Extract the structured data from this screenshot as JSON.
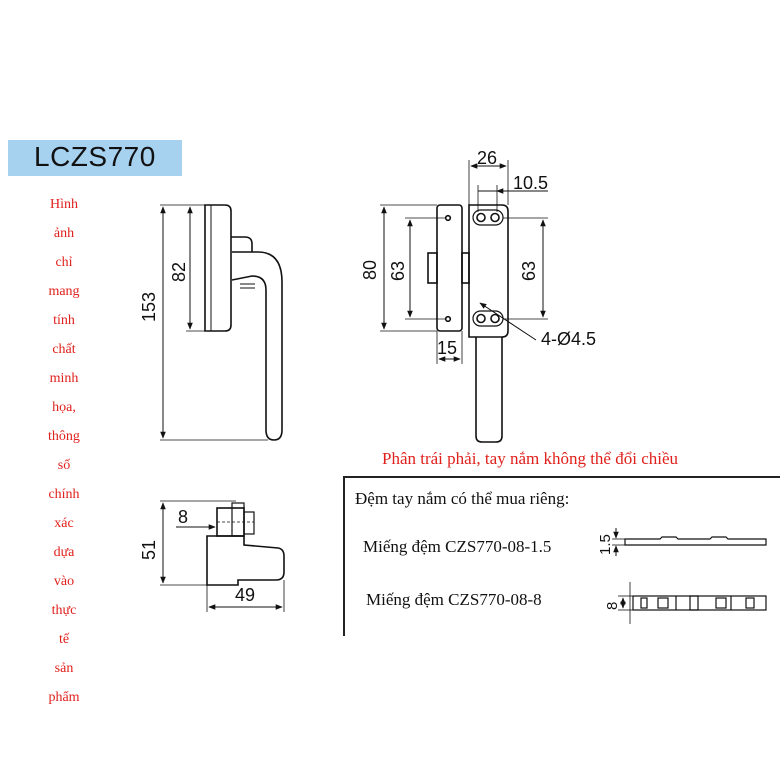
{
  "title": "LCZS770",
  "side_note_words": [
    "Hình",
    "ảnh",
    "chỉ",
    "mang",
    "tính",
    "chất",
    "minh",
    "họa,",
    "thông",
    "số",
    "chính",
    "xác",
    "dựa",
    "vào",
    "thực",
    "tế",
    "sản",
    "phẩm"
  ],
  "dims": {
    "height_total": "153",
    "height_handle": "82",
    "width_26": "26",
    "width_10_5": "10.5",
    "height_80": "80",
    "hole_spacing_left": "63",
    "hole_spacing_right": "63",
    "width_15": "15",
    "holes": "4-Ø4.5",
    "offset_8": "8",
    "depth_51": "51",
    "width_49": "49"
  },
  "red_note": "Phân trái phải, tay nắm không thể đổi chiều",
  "spacer_section": {
    "heading": "Đệm tay nắm có thể mua riêng:",
    "items": [
      {
        "label": "Miếng đệm CZS770-08-1.5",
        "thickness": "1.5"
      },
      {
        "label": "Miếng đệm CZS770-08-8",
        "thickness": "8"
      }
    ]
  },
  "colors": {
    "title_bg": "#a6d1ef",
    "note_red": "#e0201c",
    "line": "#111111"
  }
}
